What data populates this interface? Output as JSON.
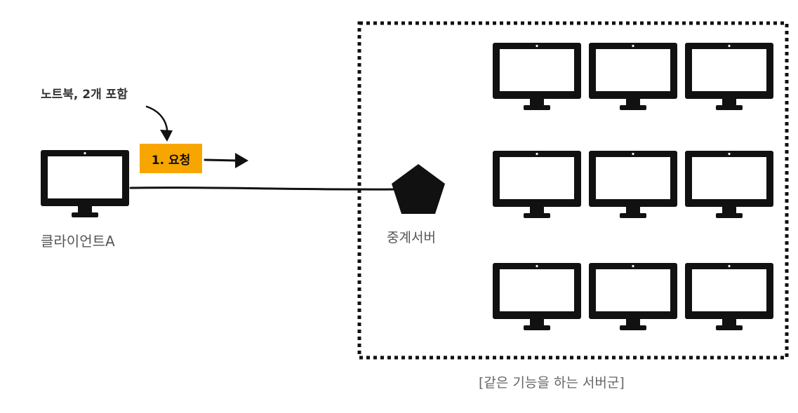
{
  "annotation": {
    "note": "노트북, 2개 포함"
  },
  "request": {
    "label": "1. 요청"
  },
  "client": {
    "label": "클라이언트A"
  },
  "relay_server": {
    "label": "중계서버"
  },
  "server_group": {
    "caption": "[같은 기능을 하는 서버군]",
    "rows": 3,
    "columns": 3
  },
  "colors": {
    "accent": "#F7A600",
    "stroke": "#111111",
    "label_text": "#555555"
  },
  "icons": {
    "client": "monitor-icon",
    "relay": "pentagon-icon",
    "server": "monitor-icon"
  }
}
